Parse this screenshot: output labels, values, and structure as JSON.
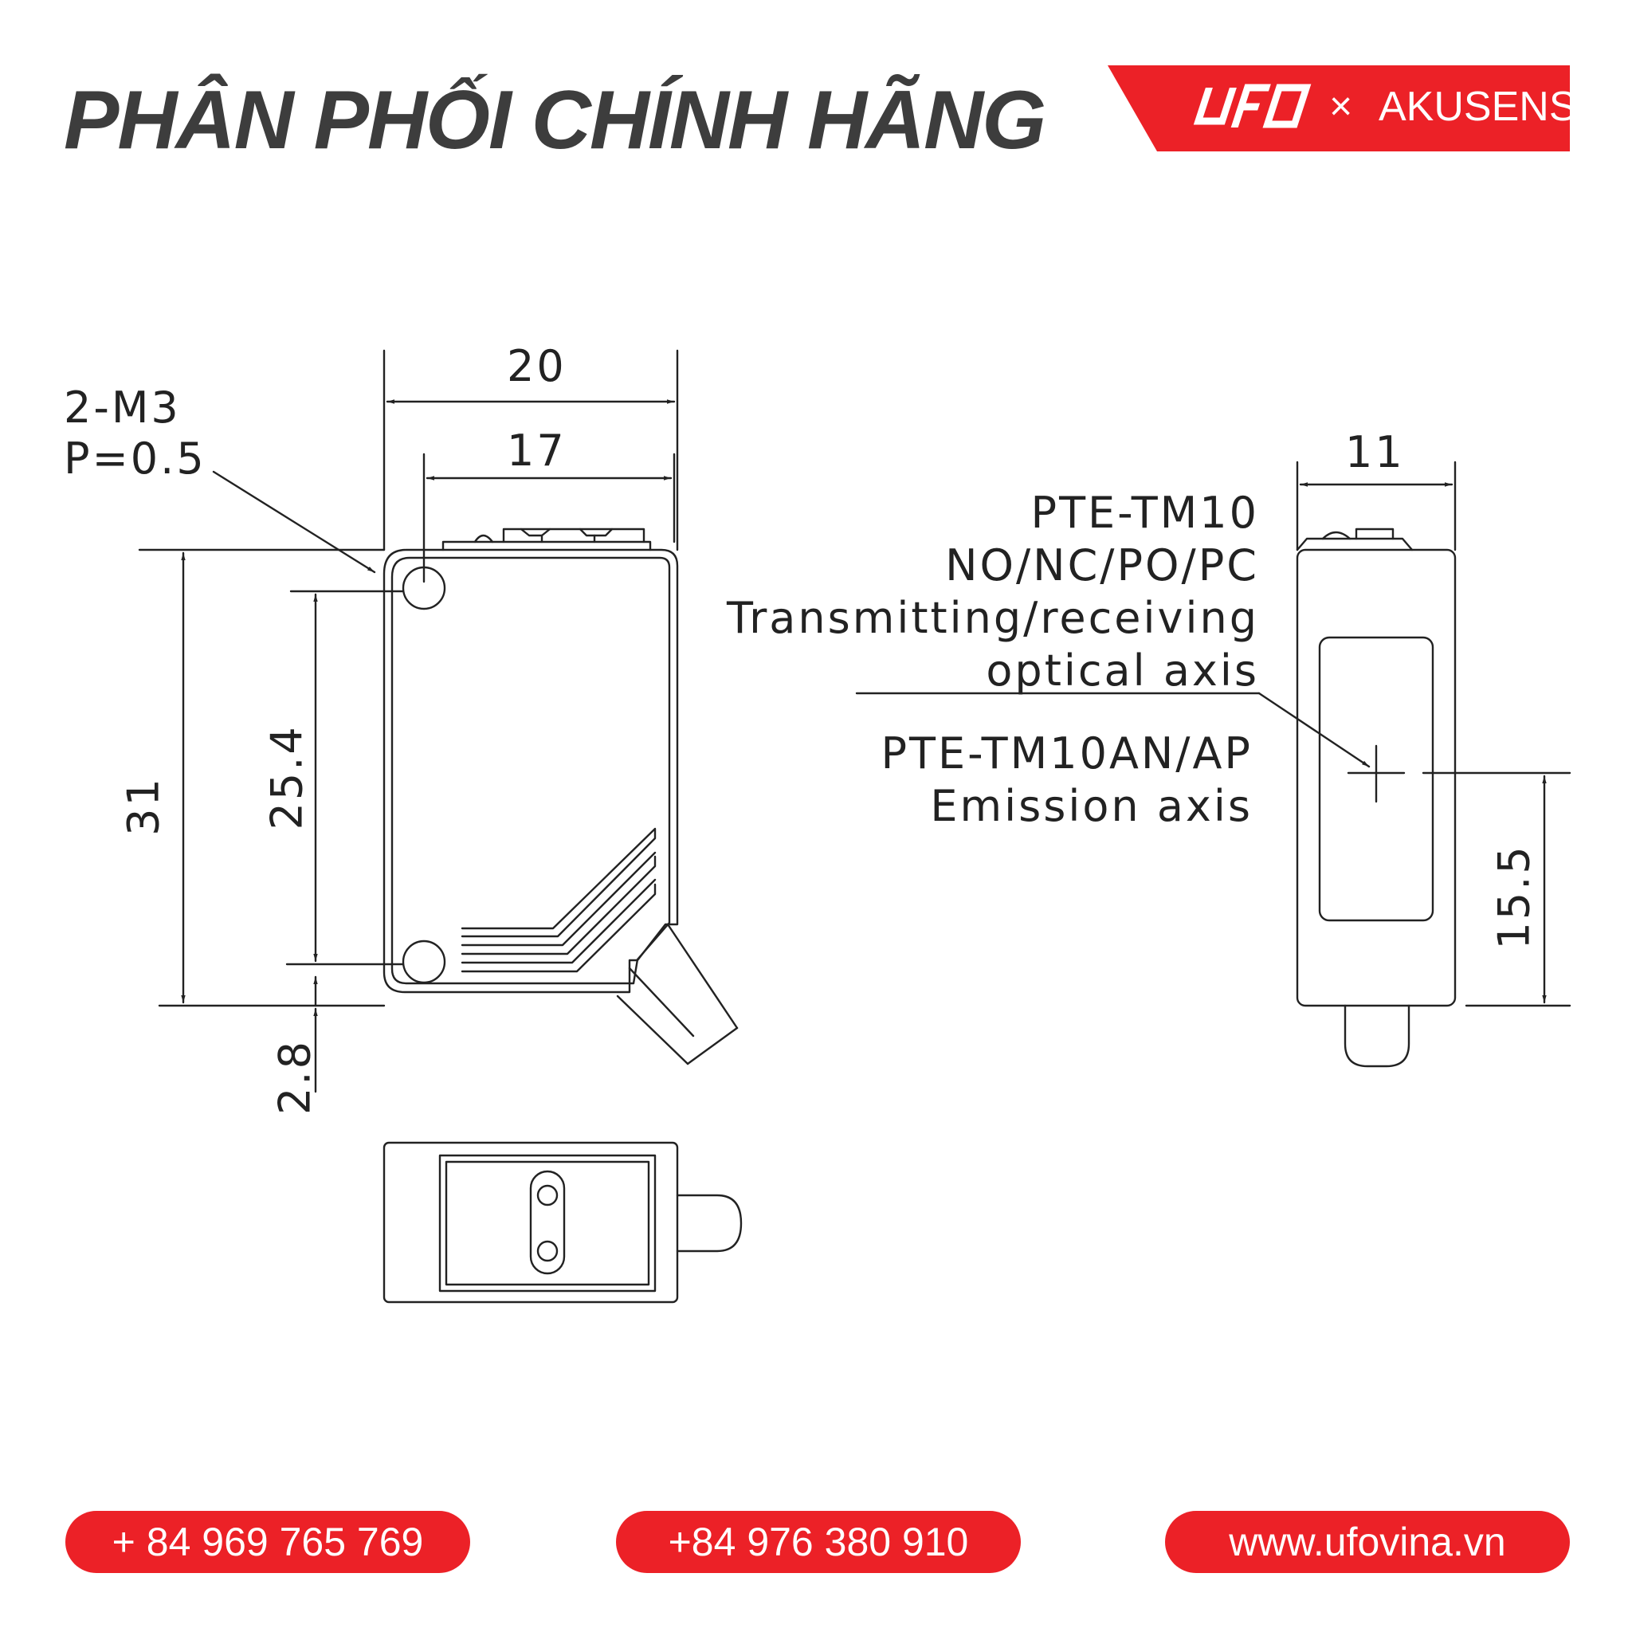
{
  "header": {
    "headline": "PHÂN PHỐI CHÍNH HÃNG",
    "brand_logo": "UFO",
    "brand_separator": "×",
    "brand_partner": "AKUSENSE",
    "accent_color": "#ec2127"
  },
  "drawing": {
    "dim_width_overall": "20",
    "dim_width_inner": "17",
    "dim_height_overall": "31",
    "dim_hole_pitch": "25.4",
    "dim_hole_offset": "2.8",
    "dim_side_width": "11",
    "dim_axis_height": "15.5",
    "thread_spec_line1": "2-M3",
    "thread_spec_line2": "P=0.5",
    "model_label": "PTE-TM10",
    "output_modes": "NO/NC/PO/PC",
    "axis_desc_line1": "Transmitting/receiving",
    "axis_desc_line2": "optical axis",
    "alt_model_label": "PTE-TM10AN/AP",
    "alt_axis_desc": "Emission axis"
  },
  "footer": {
    "phone_1": "+ 84 969 765 769",
    "phone_2": "+84 976 380 910",
    "website": "www.ufovina.vn"
  }
}
